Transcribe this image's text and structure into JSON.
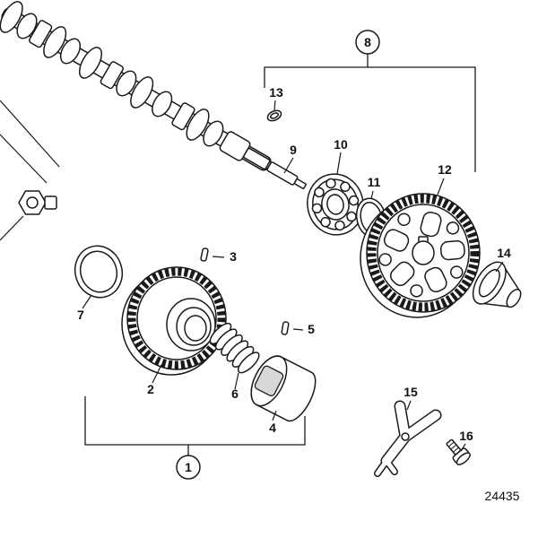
{
  "figure": {
    "number": "24435"
  },
  "colors": {
    "line": "#1a1a1a",
    "background": "#ffffff"
  },
  "callouts": {
    "n1": "1",
    "n2": "2",
    "n3": "3",
    "n4": "4",
    "n5": "5",
    "n6": "6",
    "n7": "7",
    "n8": "8",
    "n9": "9",
    "n10": "10",
    "n11": "11",
    "n12": "12",
    "n13": "13",
    "n14": "14",
    "n15": "15",
    "n16": "16"
  }
}
